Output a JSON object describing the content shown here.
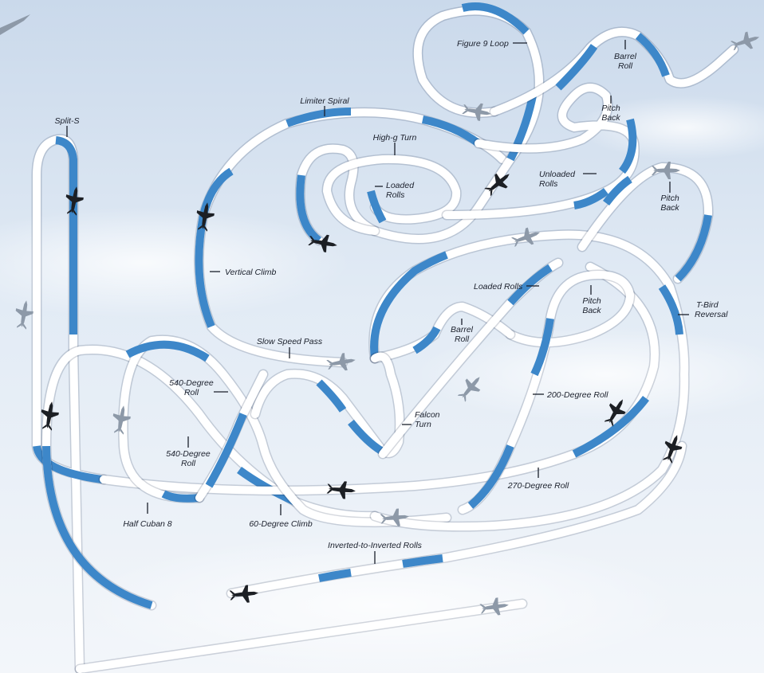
{
  "colors": {
    "sky_top": "#cfdced",
    "sky_mid": "#e4ecf5",
    "sky_bottom": "#f2f5f9",
    "ribbon_white": "#ffffff",
    "ribbon_blue": "#3d87c9",
    "aircraft_dark": "#1c1f24",
    "aircraft_grey": "#8d99a8",
    "label_text": "#1a1f2b"
  },
  "maneuvers": {
    "figure_9_loop": "Figure 9 Loop",
    "barrel_roll_top_1": "Barrel",
    "barrel_roll_top_2": "Roll",
    "limiter_spiral": "Limiter Spiral",
    "pitch_back_top_1": "Pitch",
    "pitch_back_top_2": "Back",
    "split_s": "Split-S",
    "high_g_turn": "High-g Turn",
    "loaded_rolls_inner_1": "Loaded",
    "loaded_rolls_inner_2": "Rolls",
    "unloaded_rolls_1": "Unloaded",
    "unloaded_rolls_2": "Rolls",
    "pitch_back_right_1": "Pitch",
    "pitch_back_right_2": "Back",
    "vertical_climb": "Vertical Climb",
    "loaded_rolls_mid": "Loaded Rolls",
    "pitch_back_mid_1": "Pitch",
    "pitch_back_mid_2": "Back",
    "tbird_reversal_1": "T-Bird",
    "tbird_reversal_2": "Reversal",
    "barrel_roll_mid_1": "Barrel",
    "barrel_roll_mid_2": "Roll",
    "slow_speed_pass": "Slow Speed Pass",
    "roll_540_a_1": "540-Degree",
    "roll_540_a_2": "Roll",
    "roll_200": "200-Degree Roll",
    "falcon_turn_1": "Falcon",
    "falcon_turn_2": "Turn",
    "roll_540_b_1": "540-Degree",
    "roll_540_b_2": "Roll",
    "roll_270": "270-Degree Roll",
    "half_cuban_8": "Half Cuban 8",
    "climb_60": "60-Degree Climb",
    "inverted_rolls": "Inverted-to-Inverted Rolls"
  }
}
